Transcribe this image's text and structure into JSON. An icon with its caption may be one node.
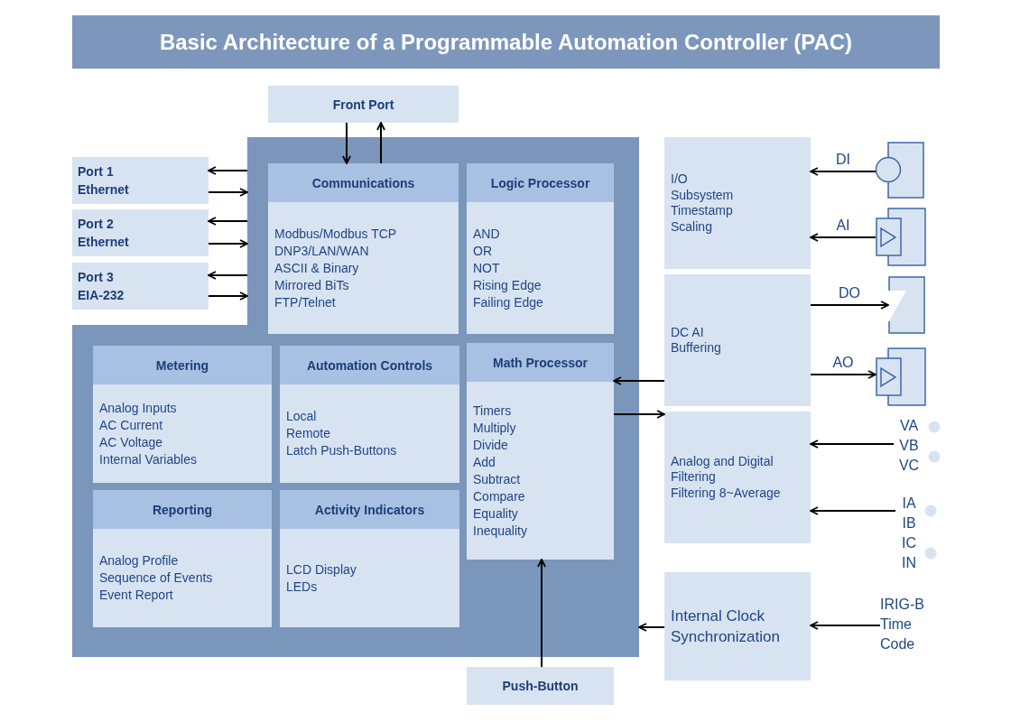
{
  "diagram": {
    "title": "Basic Architecture of a Programmable Automation Controller (PAC)",
    "nodes": [
      {
        "text": [
          "Front Port"
        ]
      },
      {
        "text": [
          "Port 1",
          "Ethernet"
        ]
      },
      {
        "text": [
          "Port 2",
          "Ethernet"
        ]
      },
      {
        "text": [
          "Port 3",
          "EIA-232"
        ]
      },
      {
        "text": [],
        "shape": "box"
      },
      {
        "text": [
          "Communications",
          "Modbus/Modbus TCP",
          "DNP3/LAN/WAN",
          "ASCII & Binary",
          "Mirrored BiTs",
          "FTP/Telnet"
        ],
        "in": 4
      },
      {
        "text": [
          "Logic Processor",
          "AND",
          "OR",
          "NOT",
          "Rising Edge",
          "Failing Edge"
        ],
        "in": 4
      },
      {
        "text": [
          "Metering",
          "Analog Inputs",
          "AC Current",
          "AC Voltage",
          "Internal Variables"
        ],
        "in": 4
      },
      {
        "text": [
          "Automation Controls",
          "Local",
          "Remote",
          "Latch Push-Buttons"
        ],
        "in": 4
      },
      {
        "text": [
          "Math Processor",
          "Timers",
          "Multiply",
          "Divide",
          "Add",
          "Subtract",
          "Compare",
          "Equality",
          "Inequality"
        ],
        "in": 4
      },
      {
        "text": [
          "Reporting",
          "Analog Profile",
          "Sequence of Events",
          "Event Report"
        ],
        "in": 4
      },
      {
        "text": [
          "Activity Indicators",
          "LCD Display",
          "LEDs"
        ],
        "in": 4
      },
      {
        "text": [
          "Push-Button"
        ]
      },
      {
        "text": [
          "I/O",
          "Subsystem",
          "Timestamp",
          "Scaling"
        ]
      },
      {
        "text": [
          "DC AI",
          "Buffering"
        ]
      },
      {
        "text": [
          "Analog and Digital Filtering",
          "Filtering 8~Average"
        ]
      },
      {
        "text": [
          "Internal Clock Synchronization"
        ]
      },
      {
        "text": [],
        "shape": "box"
      },
      {
        "text": [],
        "shape": "box"
      },
      {
        "text": [],
        "shape": "box"
      },
      {
        "text": [],
        "shape": "box"
      },
      {
        "text": [
          "VA VB VC"
        ]
      },
      {
        "text": [
          "IA IB IC IN"
        ]
      },
      {
        "text": [
          "IRIG-B Time Code"
        ]
      }
    ],
    "edges": [
      {
        "from": 0,
        "to": 5,
        "arrow": "to"
      },
      {
        "from": 5,
        "to": 0,
        "arrow": "to"
      },
      {
        "from": 4,
        "to": 1,
        "arrow": "to"
      },
      {
        "from": 1,
        "to": 4,
        "arrow": "to"
      },
      {
        "from": 4,
        "to": 2,
        "arrow": "to"
      },
      {
        "from": 2,
        "to": 4,
        "arrow": "to"
      },
      {
        "from": 4,
        "to": 3,
        "arrow": "to"
      },
      {
        "from": 3,
        "to": 4,
        "arrow": "to"
      },
      {
        "from": 14,
        "to": 9,
        "arrow": "to"
      },
      {
        "from": 9,
        "to": 15,
        "arrow": "to"
      },
      {
        "from": 12,
        "to": 9,
        "arrow": "to"
      },
      {
        "from": 16,
        "to": 4,
        "arrow": "to"
      },
      {
        "from": 17,
        "to": 13,
        "arrow": "to",
        "label": "DI"
      },
      {
        "from": 18,
        "to": 13,
        "arrow": "to",
        "label": "AI"
      },
      {
        "from": 14,
        "to": 19,
        "arrow": "to",
        "label": "DO"
      },
      {
        "from": 14,
        "to": 20,
        "arrow": "to",
        "label": "AO"
      },
      {
        "from": 21,
        "to": 15,
        "arrow": "to"
      },
      {
        "from": 22,
        "to": 15,
        "arrow": "to"
      },
      {
        "from": 23,
        "to": 16,
        "arrow": "to"
      }
    ]
  }
}
